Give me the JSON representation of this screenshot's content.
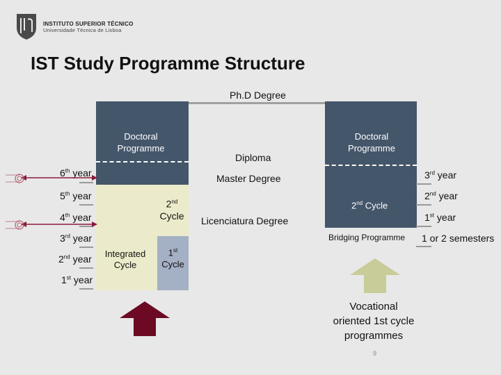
{
  "header": {
    "institution": "INSTITUTO SUPERIOR TÉCNICO",
    "university": "Universidade Técnica de Lisboa",
    "title": "IST Study Programme Structure"
  },
  "diagram": {
    "phd": "Ph.D Degree",
    "doctoral_left": "Doctoral\nProgramme",
    "doctoral_right": "Doctoral\nProgramme",
    "diploma": "Diploma",
    "master": "Master Degree",
    "licenciatura": "Licenciatura Degree",
    "second_cycle_left_num": "2",
    "second_cycle_left_sup": "nd",
    "second_cycle_left_word": "Cycle",
    "second_cycle_right_num": "2",
    "second_cycle_right_sup": "nd",
    "second_cycle_right_word": " Cycle",
    "integrated": "Integrated\nCycle",
    "first_cycle_num": "1",
    "first_cycle_sup": "st",
    "first_cycle_word": "Cycle",
    "bridging": "Bridging Programme",
    "vocational": "Vocational\noriented 1st cycle\nprogrammes",
    "page_number": "9"
  },
  "left_years": [
    {
      "num": "6",
      "sup": "th",
      "word": " year"
    },
    {
      "num": "5",
      "sup": "th",
      "word": " year"
    },
    {
      "num": "4",
      "sup": "th",
      "word": " year"
    },
    {
      "num": "3",
      "sup": "rd",
      "word": " year"
    },
    {
      "num": "2",
      "sup": "nd",
      "word": " year"
    },
    {
      "num": "1",
      "sup": "st",
      "word": " year"
    }
  ],
  "right_years": [
    {
      "num": "3",
      "sup": "rd",
      "word": " year"
    },
    {
      "num": "2",
      "sup": "nd",
      "word": " year"
    },
    {
      "num": "1",
      "sup": "st",
      "word": " year"
    }
  ],
  "semesters": "1 or 2 semesters",
  "colors": {
    "dark_block": "#44566a",
    "yellow_block": "#ebebcb",
    "blue_block": "#a4b0c4",
    "arrow_red": "#6b0a22",
    "arrow_green": "#c8cc98"
  }
}
